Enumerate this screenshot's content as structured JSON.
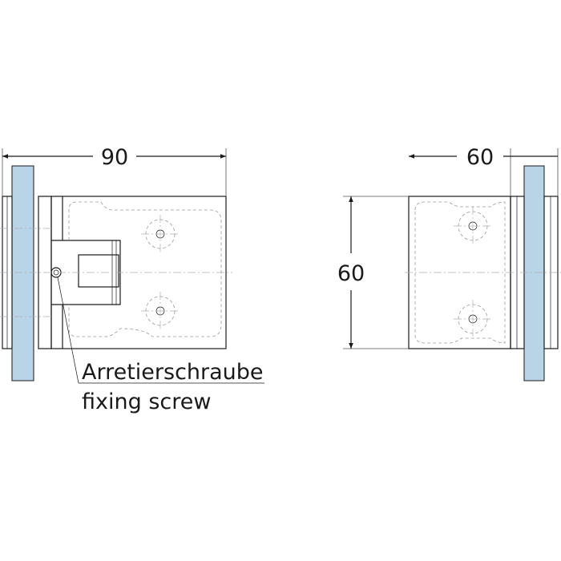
{
  "dimensions": {
    "width_front": "90",
    "width_side": "60",
    "height_side": "60"
  },
  "labels": {
    "fixing_de": "Arretierschraube",
    "fixing_en": "fixing screw"
  },
  "colors": {
    "glass": "#b9d4e6",
    "line": "#1a1a1a"
  }
}
